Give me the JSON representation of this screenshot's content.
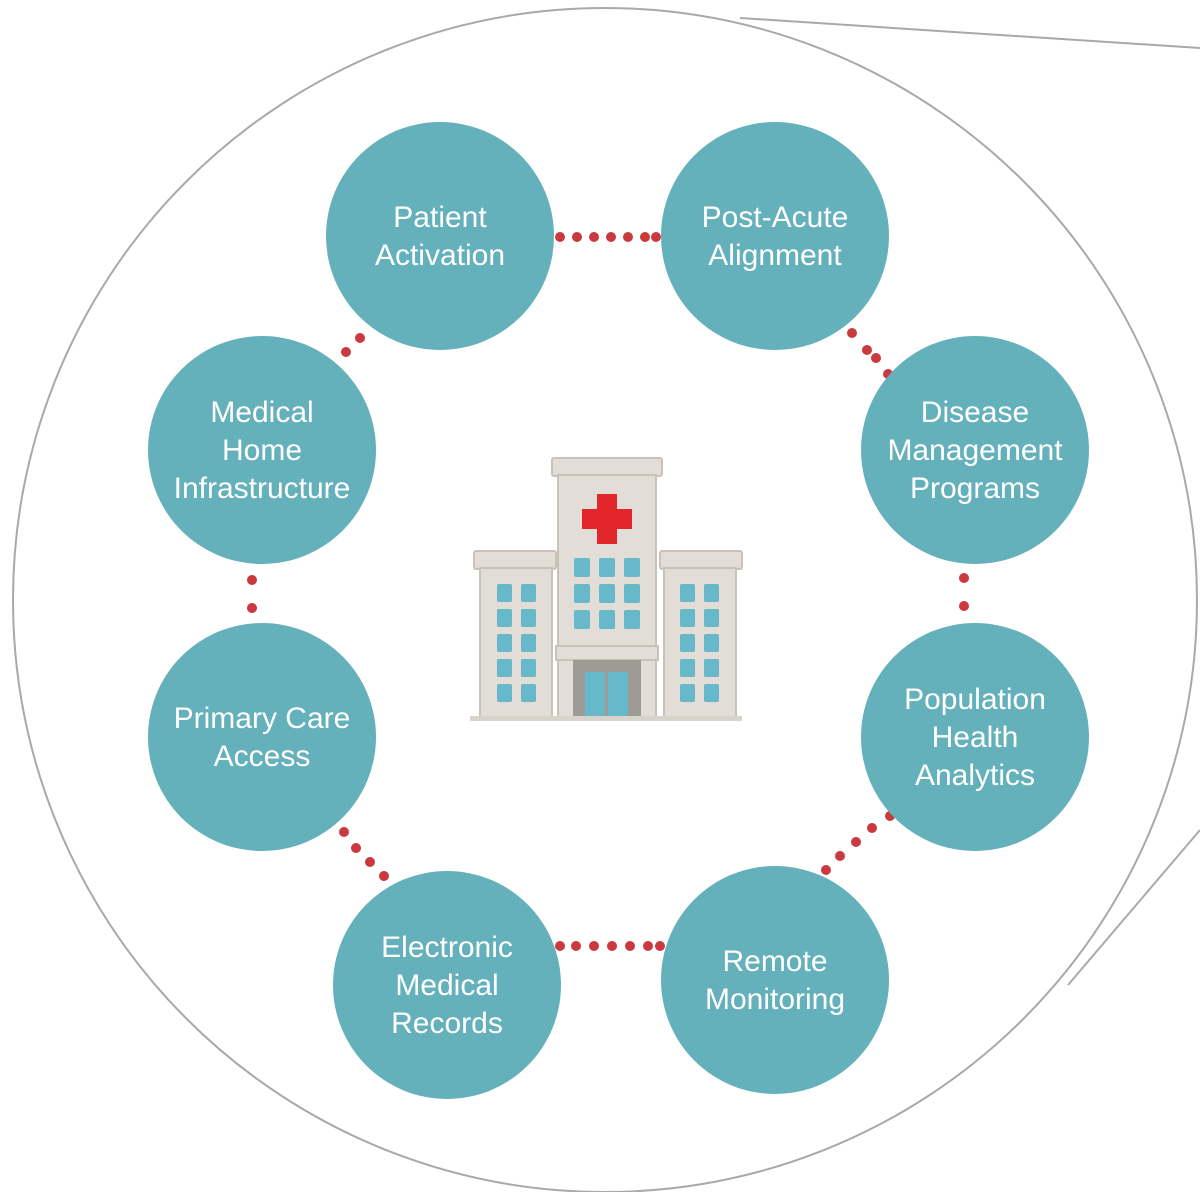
{
  "colors": {
    "node_fill": "#64b0bb",
    "connector_dot": "#c9393d",
    "outline": "#a9a9a9",
    "node_text": "#ffffff",
    "cross": "#e3262c",
    "building_body": "#e2ddd6",
    "building_window": "#67b9c9"
  },
  "center_icon": "hospital-building-icon",
  "nodes": [
    {
      "id": "patient-activation",
      "lines": [
        "Patient",
        "Activation"
      ]
    },
    {
      "id": "post-acute-alignment",
      "lines": [
        "Post-Acute",
        "Alignment"
      ]
    },
    {
      "id": "disease-management-programs",
      "lines": [
        "Disease",
        "Management",
        "Programs"
      ]
    },
    {
      "id": "population-health-analytics",
      "lines": [
        "Population",
        "Health",
        "Analytics"
      ]
    },
    {
      "id": "remote-monitoring",
      "lines": [
        "Remote",
        "Monitoring"
      ]
    },
    {
      "id": "electronic-medical-records",
      "lines": [
        "Electronic",
        "Medical",
        "Records"
      ]
    },
    {
      "id": "primary-care-access",
      "lines": [
        "Primary Care",
        "Access"
      ]
    },
    {
      "id": "medical-home-infrastructure",
      "lines": [
        "Medical",
        "Home",
        "Infrastructure"
      ]
    }
  ]
}
